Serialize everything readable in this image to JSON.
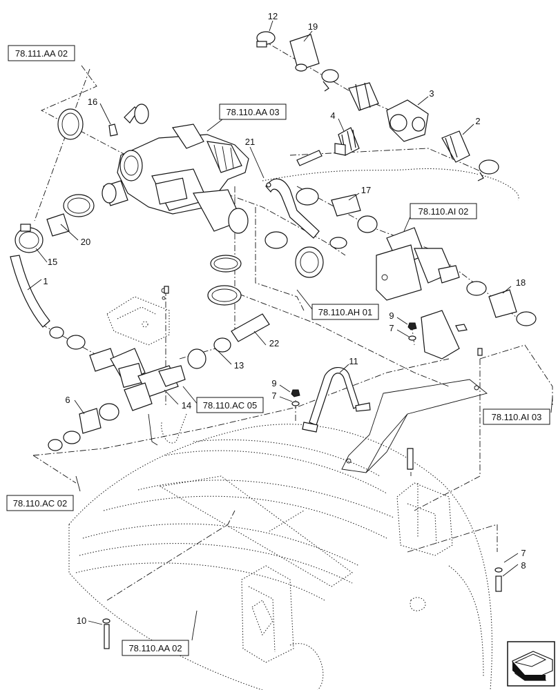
{
  "callouts": [
    "12",
    "19",
    "3",
    "4",
    "2",
    "16",
    "21",
    "17",
    "20",
    "15",
    "1",
    "18",
    "9",
    "7",
    "11",
    "22",
    "13",
    "14",
    "6",
    "9",
    "7",
    "7",
    "8",
    "10"
  ],
  "references": [
    "78.111.AA 02",
    "78.110.AA 03",
    "78.110.AI 02",
    "78.110.AH 01",
    "78.110.AC 05",
    "78.110.AI 03",
    "78.110.AC 02",
    "78.110.AA 02"
  ],
  "icons": {
    "nav": "page-navigation-arrow-icon"
  }
}
